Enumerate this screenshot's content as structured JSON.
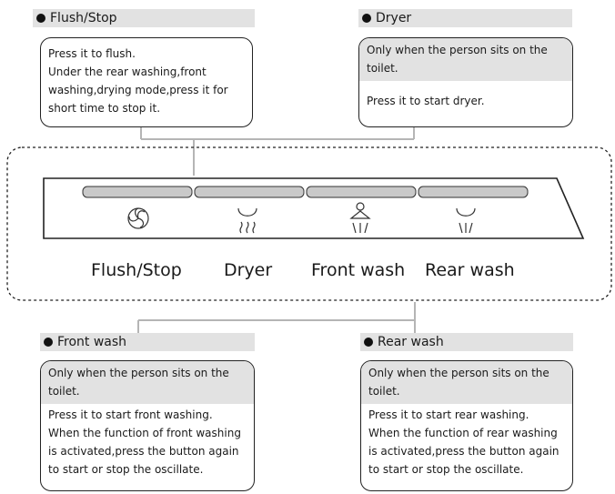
{
  "callouts": {
    "flush": {
      "tag": "Flush/Stop",
      "lines": [
        "Press it to flush.",
        "Under the rear washing,front",
        "washing,drying mode,press it for",
        "short time to stop it."
      ]
    },
    "dryer": {
      "tag": "Dryer",
      "condition": [
        "Only when the person sits on the",
        "toilet."
      ],
      "lines": [
        "Press it to start dryer."
      ]
    },
    "front": {
      "tag": "Front wash",
      "condition": [
        "Only when the person sits on the",
        "toilet."
      ],
      "lines": [
        "Press it to start front washing.",
        "When the function of front washing",
        "is activated,press the button again",
        "to start or stop the oscillate."
      ]
    },
    "rear": {
      "tag": "Rear wash",
      "condition": [
        "Only when the person sits on the",
        "toilet."
      ],
      "lines": [
        "Press it to start rear washing.",
        "When the function of rear washing",
        "is activated,press the button again",
        "to start or stop the oscillate."
      ]
    }
  },
  "panel": {
    "labels": [
      "Flush/Stop",
      "Dryer",
      "Front wash",
      "Rear wash"
    ],
    "icons": [
      "flush-swirl-icon",
      "dryer-air-icon",
      "front-wash-icon",
      "rear-wash-icon"
    ]
  }
}
